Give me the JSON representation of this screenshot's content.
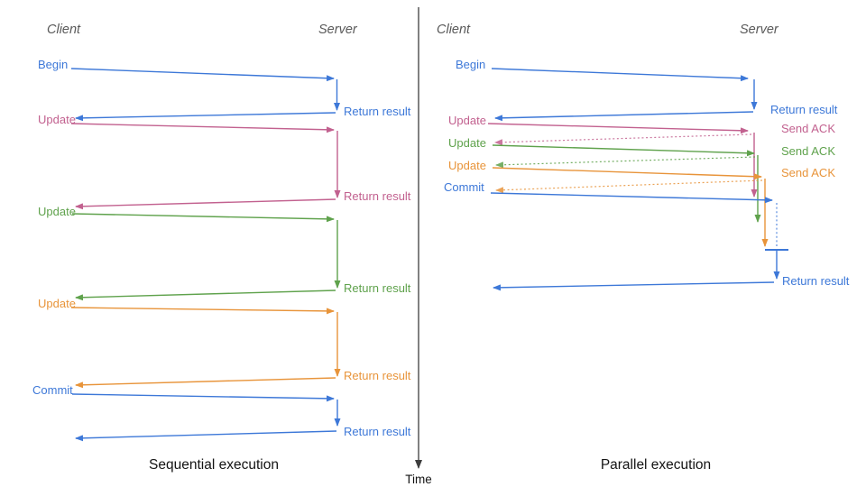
{
  "colors": {
    "blue": "#3d78d8",
    "pink": "#c2618f",
    "green": "#5fa24c",
    "orange": "#e8943a",
    "axis": "#3d3d3d",
    "header_gray": "#595959",
    "title_black": "#141414"
  },
  "left_panel": {
    "client_header": "Client",
    "server_header": "Server",
    "title": "Sequential execution",
    "steps": [
      {
        "label": "Begin",
        "result": "Return result"
      },
      {
        "label": "Update",
        "result": "Return result"
      },
      {
        "label": "Update",
        "result": "Return result"
      },
      {
        "label": "Update",
        "result": "Return result"
      },
      {
        "label": "Commit",
        "result": "Return result"
      }
    ]
  },
  "right_panel": {
    "client_header": "Client",
    "server_header": "Server",
    "title": "Parallel execution",
    "steps": [
      {
        "label": "Begin",
        "result": "Return result"
      },
      {
        "label": "Update",
        "result": "Send ACK"
      },
      {
        "label": "Update",
        "result": "Send ACK"
      },
      {
        "label": "Update",
        "result": "Send ACK"
      },
      {
        "label": "Commit",
        "result": "Return result"
      }
    ]
  },
  "time_axis": {
    "label": "Time"
  }
}
